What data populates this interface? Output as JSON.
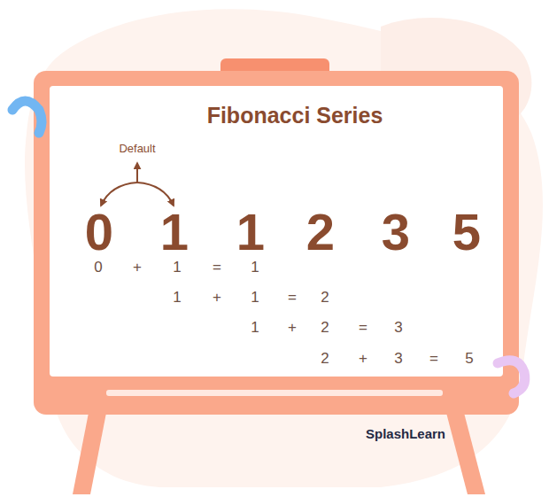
{
  "diagram": {
    "title": "Fibonacci Series",
    "labels": [
      "Default",
      "0",
      "1",
      "1",
      "2",
      "3",
      "5",
      "0",
      "+",
      "1",
      "=",
      "1",
      "1",
      "+",
      "1",
      "=",
      "2",
      "1",
      "+",
      "2",
      "=",
      "3",
      "2",
      "+",
      "3",
      "=",
      "5",
      "SplashLearn"
    ]
  }
}
